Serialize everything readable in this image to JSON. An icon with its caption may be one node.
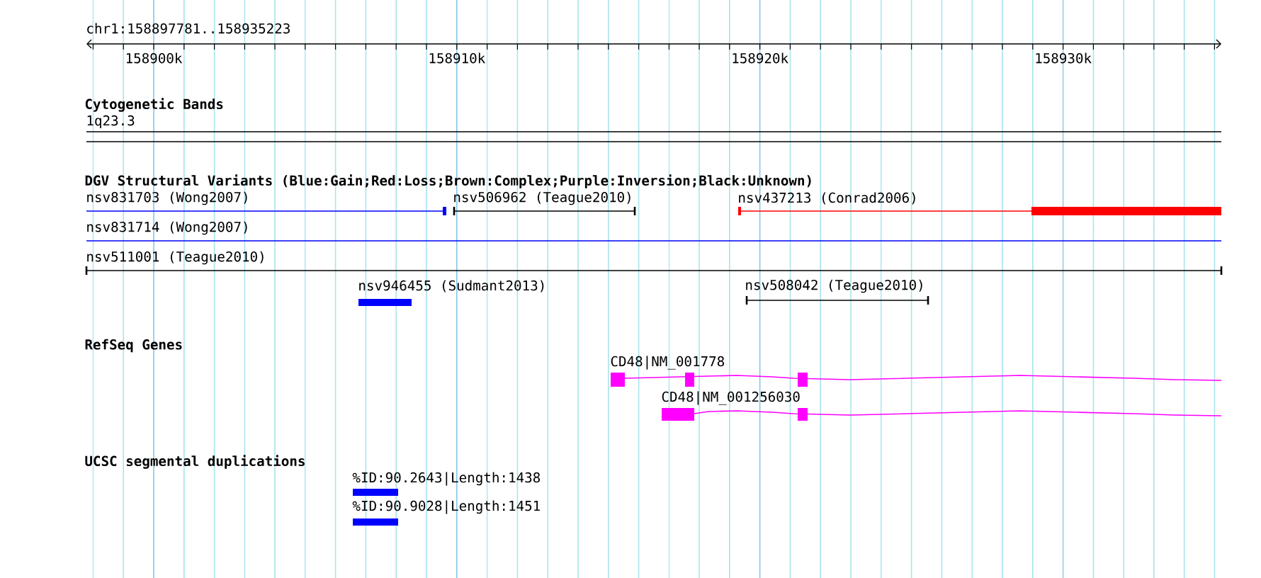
{
  "diagram": {
    "nodes": [
      {
        "text": [
          "nsv831703 (Wong2007)"
        ]
      },
      {
        "text": [
          "nsv506962 (Teague2010)"
        ]
      },
      {
        "text": [
          "nsv437213 (Conrad2006)"
        ]
      },
      {
        "text": [
          "nsv831714 (Wong2007)"
        ]
      },
      {
        "text": [
          "nsv511001 (Teague2010)"
        ]
      },
      {
        "text": [
          "nsv946455 (Sudmant2013)"
        ]
      },
      {
        "text": [
          "nsv508042 (Teague2010)"
        ]
      },
      {
        "text": [
          "CD48|NM_001778"
        ]
      },
      {
        "text": [
          "CD48|NM_001256030"
        ]
      },
      {
        "text": [
          "%ID:90.2643|Length:1438"
        ]
      },
      {
        "text": [
          "%ID:90.9028|Length:1451"
        ]
      }
    ],
    "labels": [
      "chr1:158897781..158935223",
      "158900k",
      "158910k",
      "158920k",
      "158930k",
      "Cytogenetic Bands",
      "1q23.3",
      "DGV Structural Variants (Blue:Gain;Red:Loss;Brown:Complex;Purple:Inversion;Black:Unknown)",
      "RefSeq Genes",
      "UCSC segmental duplications"
    ]
  }
}
